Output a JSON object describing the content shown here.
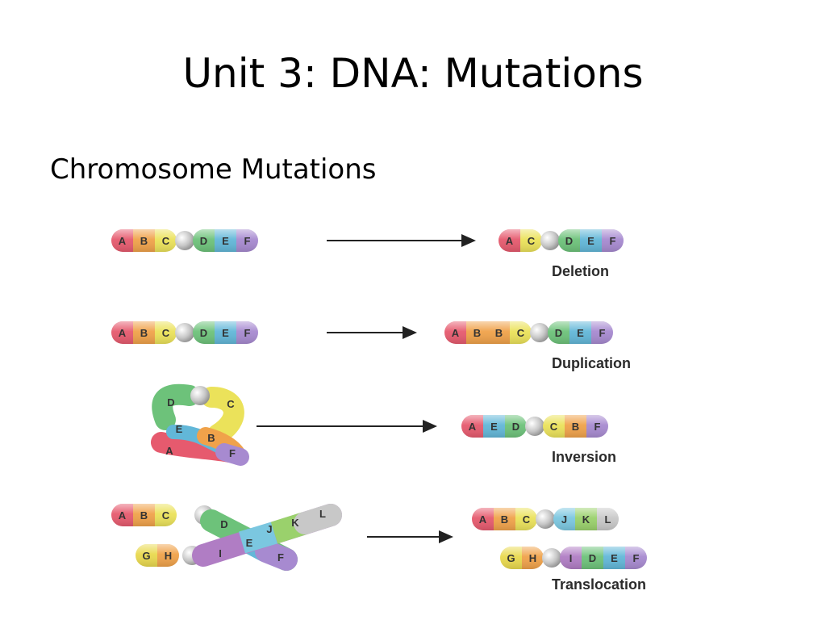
{
  "title": "Unit 3:  DNA:  Mutations",
  "subtitle": "Chromosome Mutations",
  "colors": {
    "A": "#e65a6e",
    "B": "#f0a24a",
    "C": "#ebe25a",
    "D": "#6dc27a",
    "E": "#62b7d8",
    "F": "#a78ad0",
    "G": "#e9d94e",
    "H": "#f0a24a",
    "I": "#b07dc4",
    "J": "#7bc7e0",
    "K": "#9ad16c",
    "L": "#c8c8c8",
    "centromere": "#c9c9c9"
  },
  "rows": [
    {
      "caption": "Deletion",
      "before": [
        [
          "A",
          "B",
          "C"
        ],
        [
          "D",
          "E",
          "F"
        ]
      ],
      "after": [
        [
          "A",
          "C"
        ],
        [
          "D",
          "E",
          "F"
        ]
      ]
    },
    {
      "caption": "Duplication",
      "before": [
        [
          "A",
          "B",
          "C"
        ],
        [
          "D",
          "E",
          "F"
        ]
      ],
      "after": [
        [
          "A",
          "B",
          "B",
          "C"
        ],
        [
          "D",
          "E",
          "F"
        ]
      ]
    },
    {
      "caption": "Inversion",
      "before_loop": [
        "A",
        "B",
        "C",
        "D",
        "E",
        "F"
      ],
      "after": [
        [
          "A",
          "E",
          "D"
        ],
        [
          "C",
          "B",
          "F"
        ]
      ]
    },
    {
      "caption": "Translocation",
      "before_top": [
        [
          "A",
          "B",
          "C"
        ],
        [
          "D",
          "E",
          "F"
        ]
      ],
      "before_bottom": [
        [
          "G",
          "H"
        ],
        [
          "I",
          "J",
          "K",
          "L"
        ]
      ],
      "after_top": [
        [
          "A",
          "B",
          "C"
        ],
        [
          "J",
          "K",
          "L"
        ]
      ],
      "after_bottom": [
        [
          "G",
          "H"
        ],
        [
          "I",
          "D",
          "E",
          "F"
        ]
      ]
    }
  ]
}
